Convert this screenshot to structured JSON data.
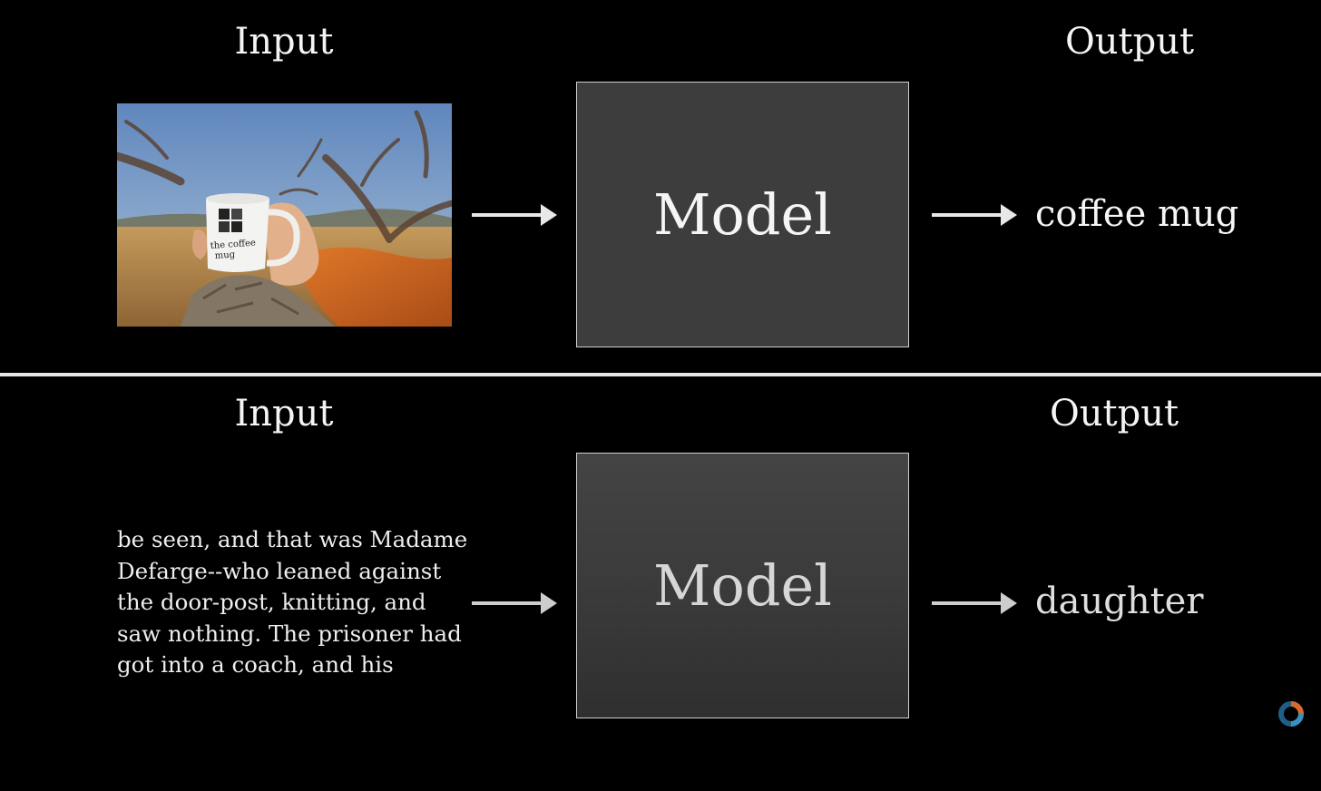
{
  "top_row": {
    "input_heading": "Input",
    "output_heading": "Output",
    "input_image": "photo of a hand holding a white mug with 'the coffee mug' logo in a dry field",
    "mug_logo_text": [
      "the coffee",
      "mug"
    ],
    "model_label": "Model",
    "output_text": "coffee mug"
  },
  "bottom_row": {
    "input_heading": "Input",
    "output_heading": "Output",
    "input_lines": [
      "be seen, and that was Madame",
      "Defarge--who leaned against",
      "the door-post, knitting, and",
      "saw nothing. The prisoner had",
      "got into a coach, and his"
    ],
    "model_label": "Model",
    "output_text": "daughter"
  },
  "icons": {
    "arrow": "right-arrow-icon",
    "corner": "loading-spinner-icon"
  },
  "colors": {
    "background": "#000000",
    "model_box_fill": "#3d3d3d",
    "model_box_border": "#cfcfcf",
    "text": "#f2f2f2",
    "divider": "#e6e6e6"
  }
}
